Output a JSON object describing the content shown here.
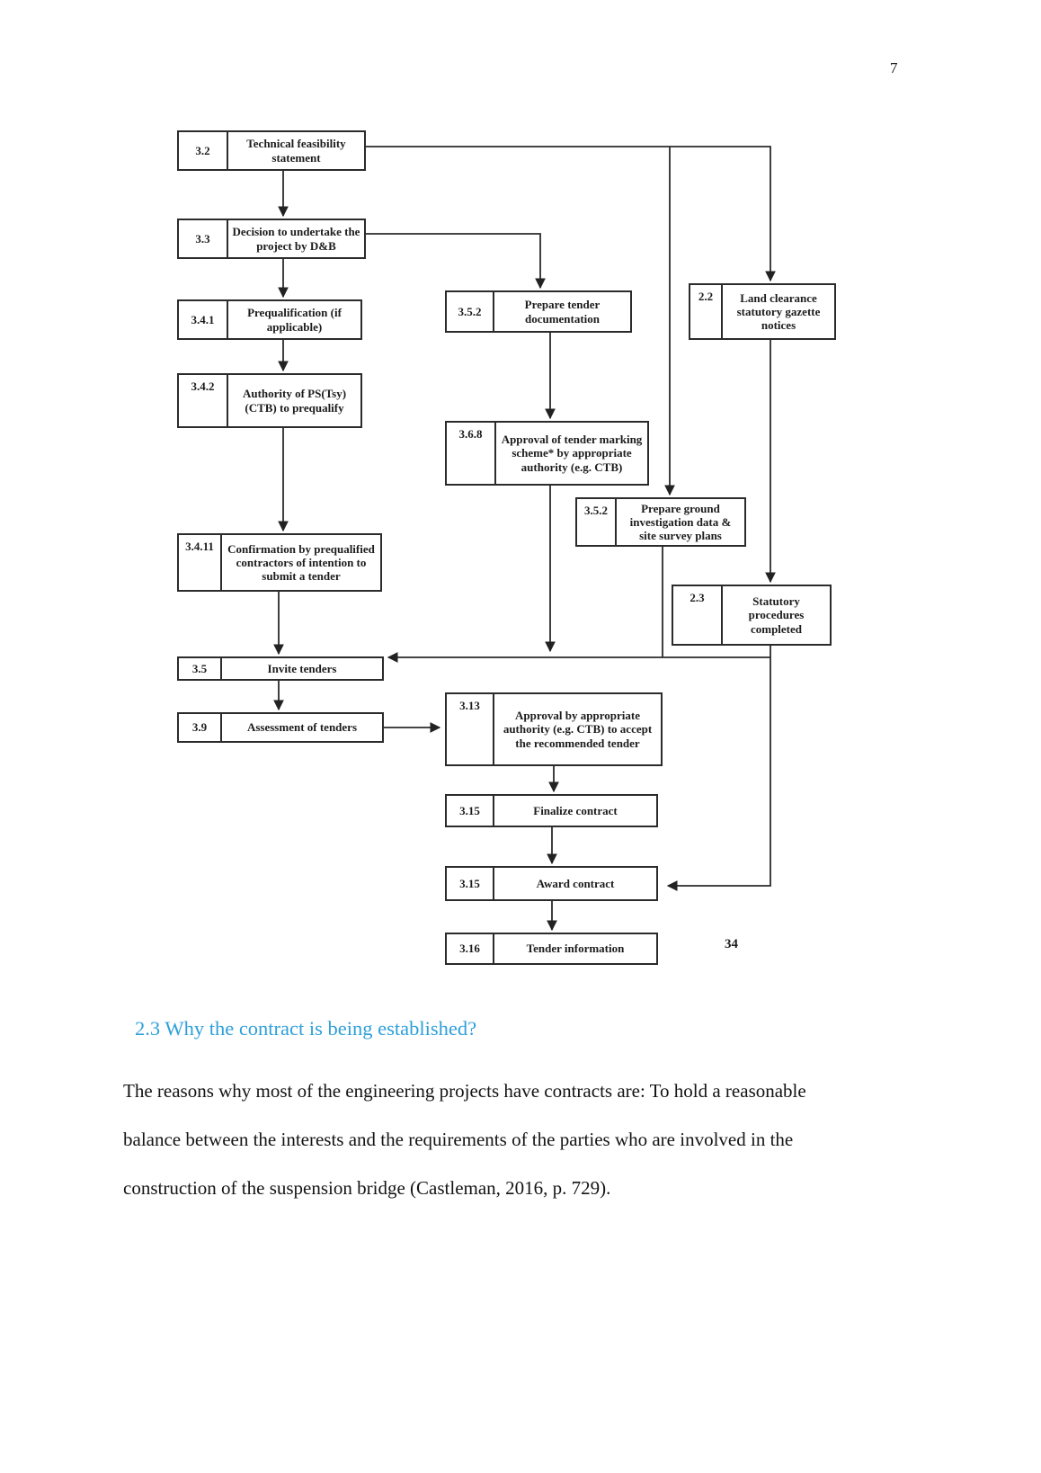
{
  "page": {
    "number": "7"
  },
  "flowchart": {
    "boxes": [
      {
        "num": "3.2",
        "label": "Technical feasibility statement"
      },
      {
        "num": "3.3",
        "label": "Decision to undertake the project by D&B"
      },
      {
        "num": "3.4.1",
        "label": "Prequalification (if applicable)"
      },
      {
        "num": "3.4.2",
        "label": "Authority of PS(Tsy) (CTB) to prequalify"
      },
      {
        "num": "3.4.11",
        "label": "Confirmation by prequalified contractors of intention to submit a tender"
      },
      {
        "num": "3.5",
        "label": "Invite tenders"
      },
      {
        "num": "3.9",
        "label": "Assessment of tenders"
      },
      {
        "num": "3.5.2",
        "label": "Prepare tender documentation"
      },
      {
        "num": "3.6.8",
        "label": "Approval of tender marking scheme* by appropriate authority (e.g. CTB)"
      },
      {
        "num": "3.5.2",
        "label": "Prepare ground investigation data & site survey plans"
      },
      {
        "num": "2.2",
        "label": "Land clearance statutory gazette notices"
      },
      {
        "num": "2.3",
        "label": "Statutory procedures completed"
      },
      {
        "num": "3.13",
        "label": "Approval by appropriate authority (e.g. CTB) to accept the recommended tender"
      },
      {
        "num": "3.15",
        "label": "Finalize contract"
      },
      {
        "num": "3.15",
        "label": "Award contract"
      },
      {
        "num": "3.16",
        "label": "Tender information"
      }
    ],
    "figure_page_number": "34",
    "line_color": "#2b2b2b"
  },
  "heading": {
    "text": "2.3 Why the contract is being established?",
    "color": "#2e9fd9"
  },
  "paragraph": {
    "lines": [
      "The reasons why most of the engineering projects have contracts are: To hold a reasonable",
      "balance between the interests and the requirements of the parties who are involved in the",
      "construction of the suspension bridge (Castleman, 2016, p. 729)."
    ]
  }
}
